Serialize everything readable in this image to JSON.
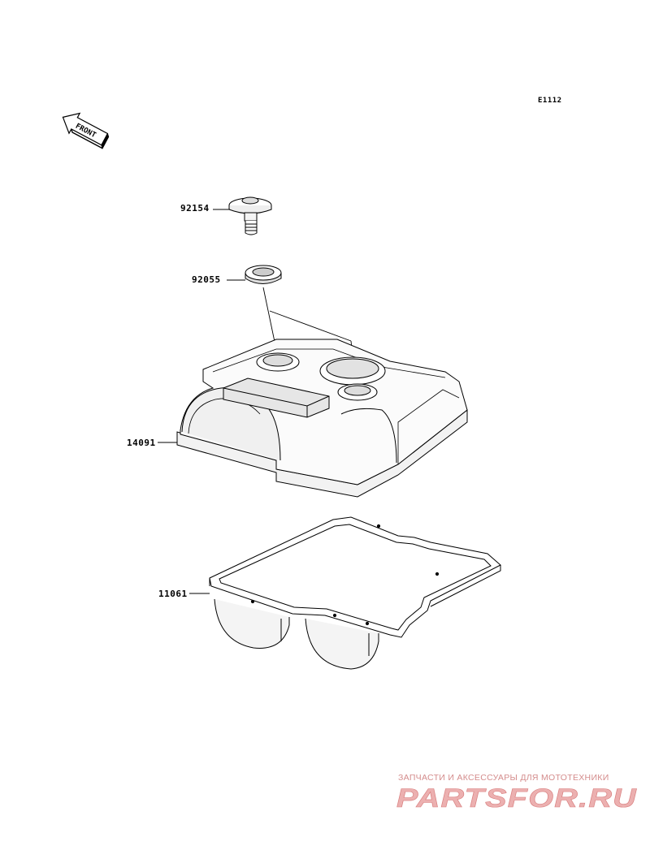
{
  "diagram": {
    "code": "E1112",
    "front_label": "FRONT",
    "parts": [
      {
        "number": "92154"
      },
      {
        "number": "92055"
      },
      {
        "number": "14091"
      },
      {
        "number": "11061"
      }
    ]
  },
  "watermark": {
    "caption": "ЗАПЧАСТИ И АКСЕССУАРЫ ДЛЯ МОТОТЕХНИКИ",
    "logo_text": "PARTSFOR.RU",
    "color": "#e8a0a0"
  }
}
